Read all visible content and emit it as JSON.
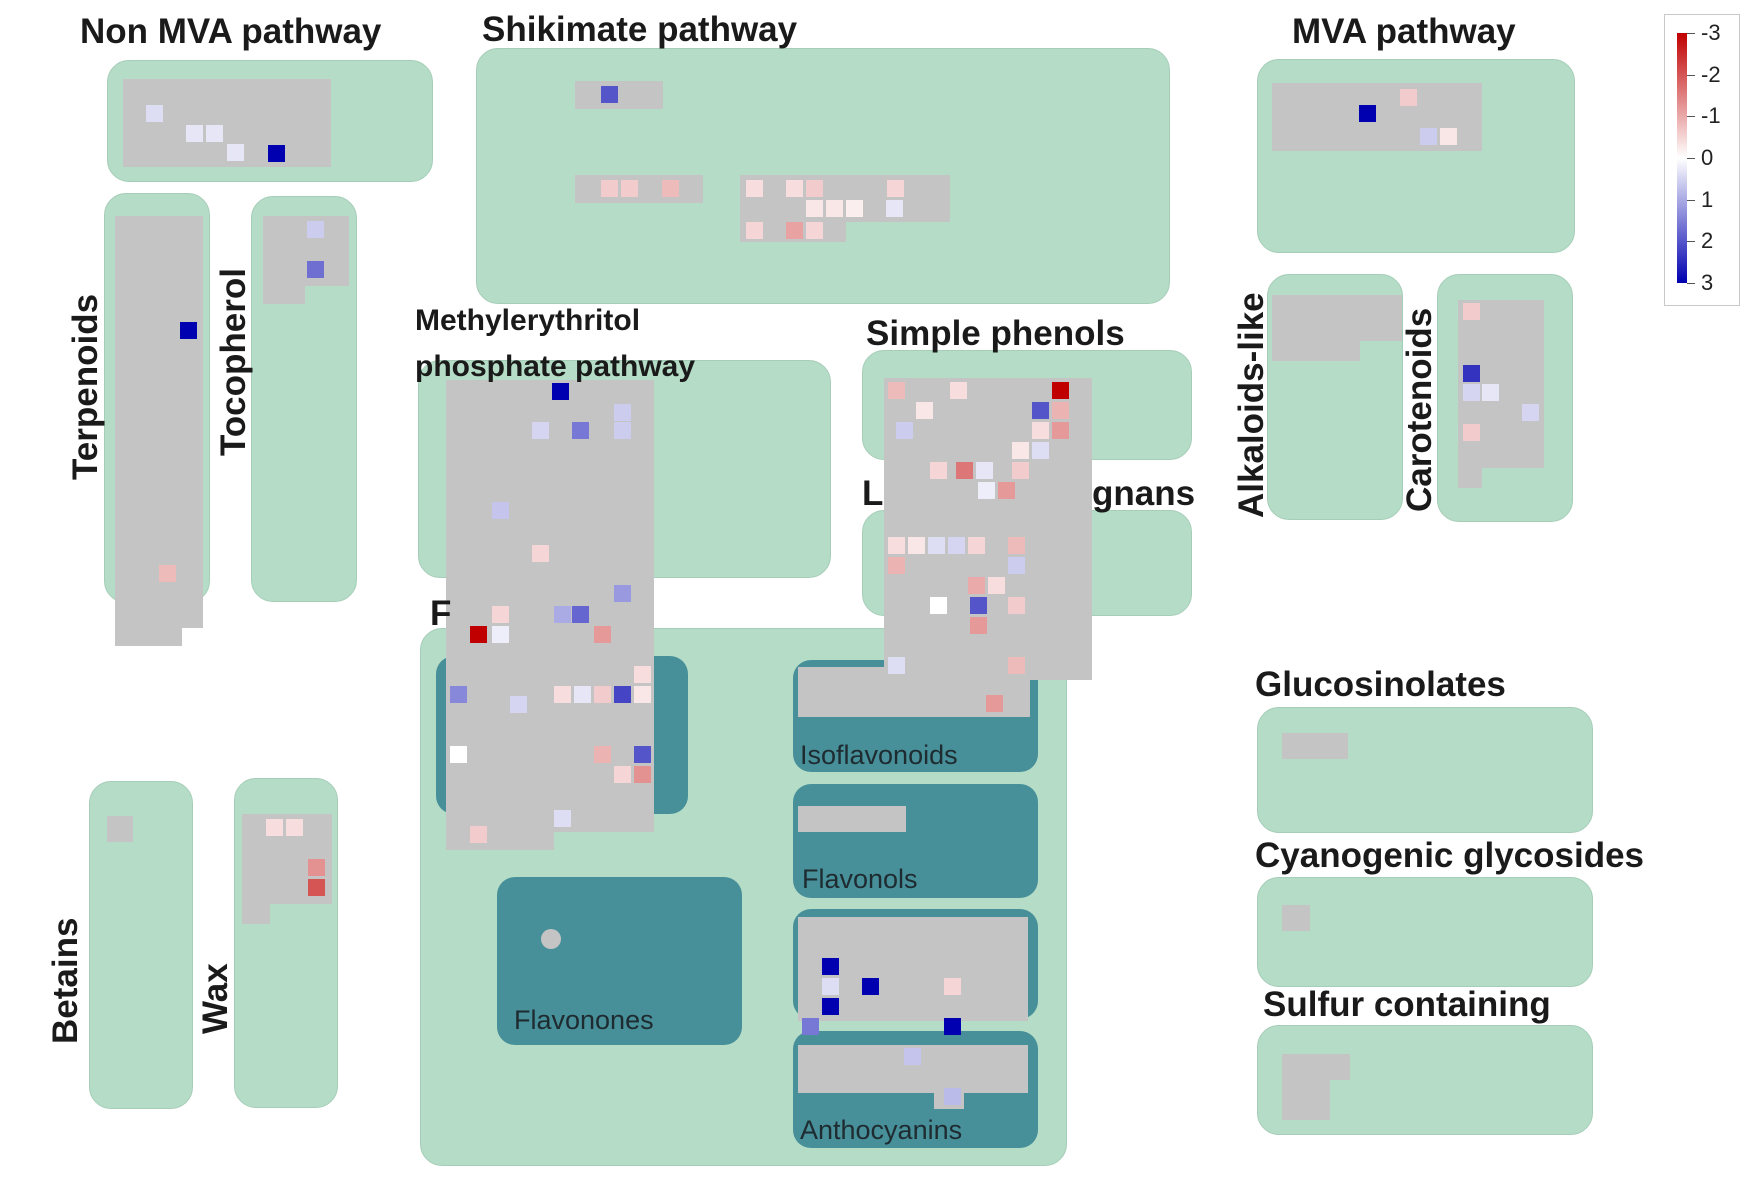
{
  "diagram": {
    "pathways": {
      "non_mva": "Non MVA pathway",
      "shikimate": "Shikimate pathway",
      "mva": "MVA pathway",
      "terpenoids": "Terpenoids",
      "tocopherol": "Tocopherol",
      "mep": "Methylerythritol phosphate pathway",
      "simple_phenols": "Simple phenols",
      "lignans": "gnans",
      "phenylpropanoids": "F",
      "alkaloids": "Alkaloids-like",
      "carotenoids": "Carotenoids",
      "glucosinolates": "Glucosinolates",
      "cyanogenic": "Cyanogenic glycosides",
      "sulfur": "Sulfur containing",
      "betains": "Betains",
      "wax": "Wax",
      "isoflavonoids": "Isoflavonoids",
      "flavonols": "Flavonols",
      "flavonones": "Flavonones",
      "anthocyanins": "Anthocyanins"
    },
    "legend": {
      "ticks": [
        "-3",
        "-2",
        "-1",
        "0",
        "1",
        "2",
        "3"
      ],
      "colors": {
        "low": "#c00000",
        "mid": "#ffffff",
        "high": "#0000b0"
      }
    },
    "colors": {
      "panel": "#b4dcc6",
      "subpanel": "#478f99",
      "gray_block": "#c4c4c4"
    },
    "cells": [
      [
        "non_mva",
        0.4
      ],
      [
        "non_mva",
        0.3
      ],
      [
        "non_mva",
        0.3
      ],
      [
        "non_mva",
        0.3
      ],
      [
        "non_mva",
        3
      ],
      [
        "shikimate",
        2
      ],
      [
        "shikimate",
        -0.6
      ],
      [
        "shikimate",
        -0.6
      ],
      [
        "shikimate",
        -0.8
      ],
      [
        "shikimate",
        -0.4
      ],
      [
        "shikimate",
        -0.4
      ],
      [
        "shikimate",
        -0.6
      ],
      [
        "shikimate",
        -0.5
      ],
      [
        "shikimate",
        -0.3
      ],
      [
        "shikimate",
        -0.3
      ],
      [
        "shikimate",
        -0.3
      ],
      [
        "shikimate",
        -0.2
      ],
      [
        "shikimate",
        0.3
      ],
      [
        "shikimate",
        -0.5
      ],
      [
        "shikimate",
        -1.1
      ],
      [
        "shikimate",
        -0.5
      ],
      [
        "mva",
        -0.6
      ],
      [
        "mva",
        3
      ],
      [
        "mva",
        0.6
      ],
      [
        "mva",
        -0.3
      ],
      [
        "terpenoids",
        3
      ],
      [
        "terpenoids",
        -0.8
      ],
      [
        "tocopherol",
        0.6
      ],
      [
        "tocopherol",
        1.7
      ],
      [
        "mep",
        3
      ],
      [
        "mep",
        0.6
      ],
      [
        "mep",
        0.5
      ],
      [
        "mep",
        1.6
      ],
      [
        "mep",
        0.6
      ],
      [
        "mep",
        0.7
      ],
      [
        "mep",
        -0.5
      ],
      [
        "mep",
        1.2
      ],
      [
        "mep",
        -0.5
      ],
      [
        "mep",
        1.8
      ],
      [
        "mep",
        1.0
      ],
      [
        "mep",
        -1.2
      ],
      [
        "mep",
        -3
      ],
      [
        "mep",
        0.2
      ],
      [
        "mep",
        -0.4
      ],
      [
        "mep",
        1.4
      ],
      [
        "mep",
        2.2
      ],
      [
        "mep",
        0.5
      ],
      [
        "mep",
        -0.4
      ],
      [
        "mep",
        0.3
      ],
      [
        "mep",
        -0.6
      ],
      [
        "mep",
        -0.3
      ],
      [
        "mep",
        0.0
      ],
      [
        "mep",
        -0.9
      ],
      [
        "mep",
        2
      ],
      [
        "mep",
        -1.3
      ],
      [
        "mep",
        -0.5
      ],
      [
        "mep",
        -0.6
      ],
      [
        "mep",
        0.4
      ],
      [
        "simple_phenols",
        -0.8
      ],
      [
        "simple_phenols",
        -0.4
      ],
      [
        "simple_phenols",
        -3
      ],
      [
        "simple_phenols",
        -0.9
      ],
      [
        "simple_phenols",
        -1.2
      ],
      [
        "simple_phenols",
        0.6
      ],
      [
        "simple_phenols",
        -0.3
      ],
      [
        "simple_phenols",
        2
      ],
      [
        "simple_phenols",
        -0.4
      ],
      [
        "simple_phenols",
        -0.3
      ],
      [
        "simple_phenols",
        0.4
      ],
      [
        "simple_phenols",
        -1.6
      ],
      [
        "simple_phenols",
        0.3
      ],
      [
        "simple_phenols",
        -0.6
      ],
      [
        "simple_phenols",
        -0.5
      ],
      [
        "simple_phenols",
        0.2
      ],
      [
        "simple_phenols",
        -1.2
      ],
      [
        "simple_phenols",
        -0.9
      ],
      [
        "simple_phenols",
        -0.8
      ],
      [
        "lignans",
        -0.4
      ],
      [
        "lignans",
        -0.3
      ],
      [
        "lignans",
        0.4
      ],
      [
        "lignans",
        0.5
      ],
      [
        "lignans",
        -0.5
      ],
      [
        "lignans",
        -0.8
      ],
      [
        "lignans",
        -0.9
      ],
      [
        "lignans",
        0.6
      ],
      [
        "lignans",
        -1.0
      ],
      [
        "lignans",
        -0.4
      ],
      [
        "lignans",
        0.0
      ],
      [
        "lignans",
        2
      ],
      [
        "lignans",
        -0.6
      ],
      [
        "lignans",
        -1.2
      ],
      [
        "lignans",
        0.4
      ],
      [
        "lignans",
        -0.8
      ],
      [
        "lignans",
        -1.2
      ],
      [
        "alkaloids",
        0
      ],
      [
        "carotenoids",
        -0.6
      ],
      [
        "carotenoids",
        2.4
      ],
      [
        "carotenoids",
        0.5
      ],
      [
        "carotenoids",
        0.3
      ],
      [
        "carotenoids",
        0.5
      ],
      [
        "carotenoids",
        -0.6
      ],
      [
        "wax",
        -0.4
      ],
      [
        "wax",
        -0.4
      ],
      [
        "wax",
        -1.3
      ],
      [
        "wax",
        -2
      ],
      [
        "anthocyanins",
        3
      ],
      [
        "anthocyanins",
        0.4
      ],
      [
        "anthocyanins",
        3
      ],
      [
        "anthocyanins",
        3
      ],
      [
        "anthocyanins",
        -0.5
      ],
      [
        "anthocyanins",
        1.6
      ],
      [
        "anthocyanins",
        3
      ],
      [
        "anthocyanins",
        0.7
      ],
      [
        "anthocyanins",
        0.8
      ]
    ]
  }
}
